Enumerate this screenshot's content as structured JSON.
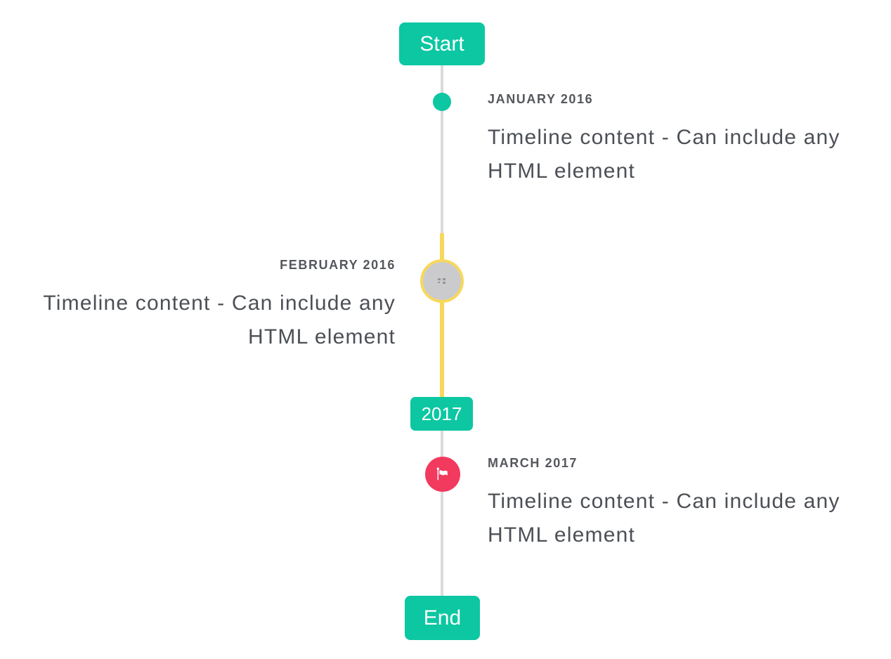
{
  "timeline": {
    "start_label": "Start",
    "end_label": "End",
    "year_divider_label": "2017",
    "events": [
      {
        "date": "JANUARY 2016",
        "content": "Timeline content - Can include any HTML element",
        "side": "right",
        "marker": "dot-marker",
        "marker_color": "#0cc7a2"
      },
      {
        "date": "FEBRUARY 2016",
        "content": "Timeline content - Can include any HTML element",
        "side": "left",
        "marker": "broken-image-icon",
        "marker_color": "#cbcbce",
        "marker_ring_color": "#f8d85c"
      },
      {
        "date": "MARCH 2017",
        "content": "Timeline content - Can include any HTML element",
        "side": "right",
        "marker": "flag-icon",
        "marker_color": "#f23a5e"
      }
    ],
    "colors": {
      "accent_teal": "#0cc7a2",
      "highlight_yellow": "#f8d85c",
      "marker_red": "#f23a5e",
      "line_gray": "#dbdbdb",
      "heading_text": "#54575c",
      "body_text": "#4c5056",
      "badge_text": "#ffffff"
    }
  }
}
